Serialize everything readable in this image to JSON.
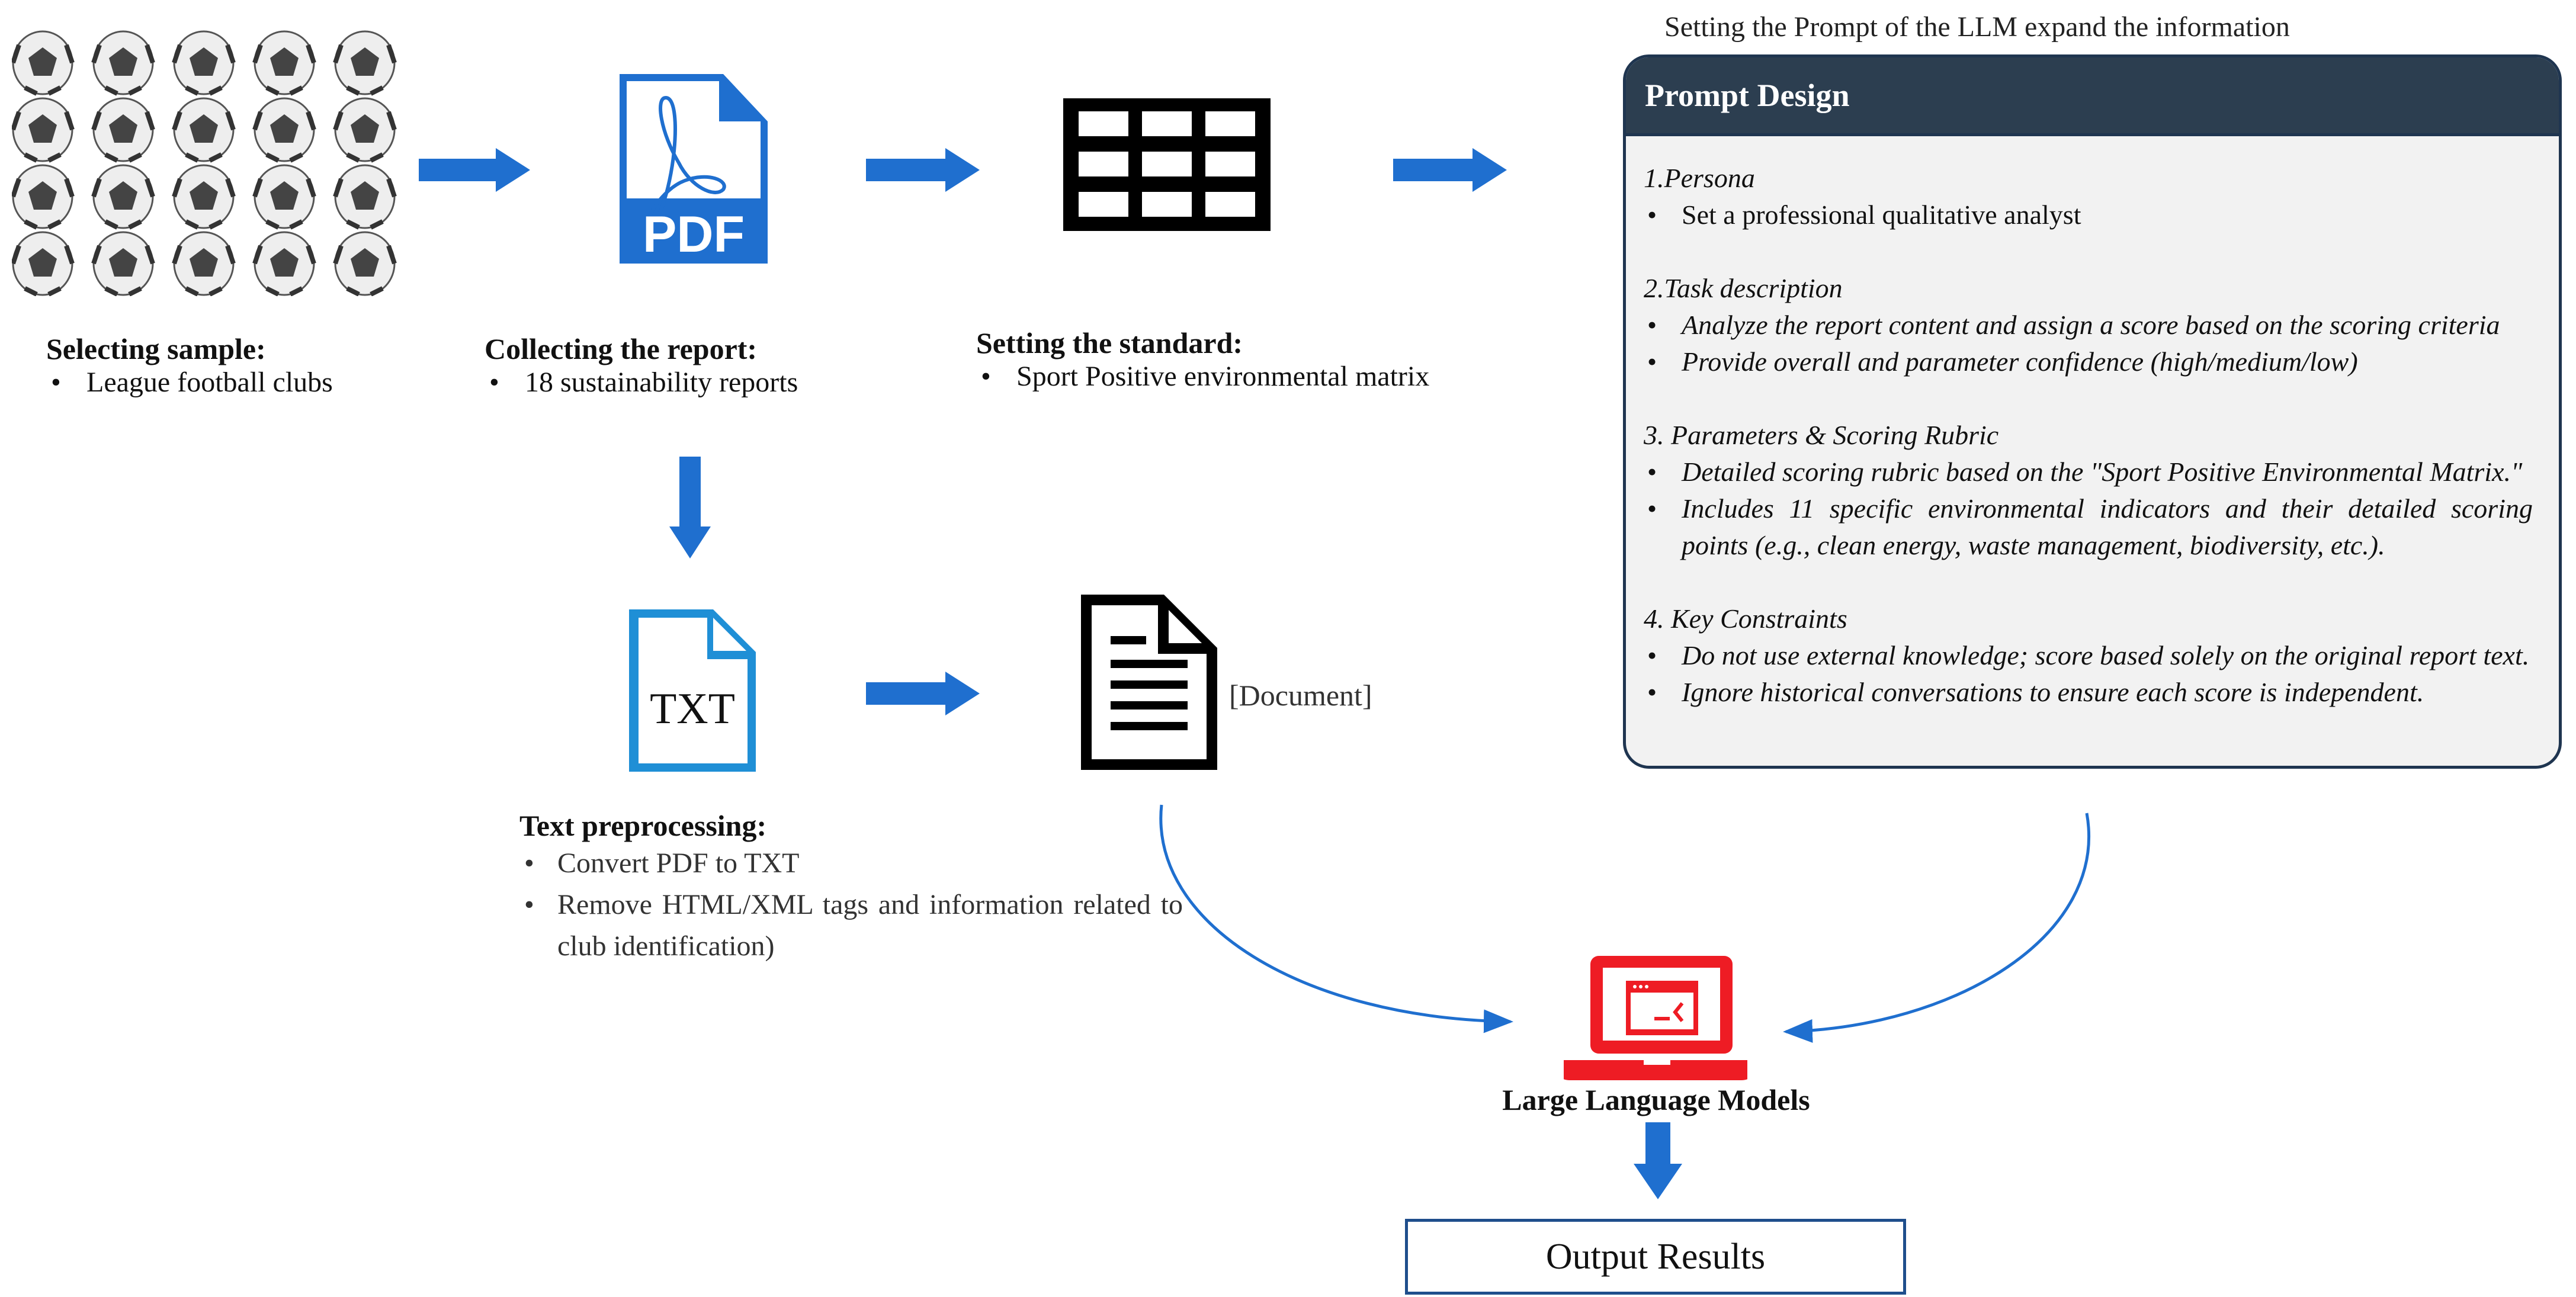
{
  "colors": {
    "arrow": "#1f6fcf",
    "pdf": "#1f6fcf",
    "txt": "#1f8fd6",
    "laptop": "#ee1c24",
    "prompt_header": "#2c3e50",
    "prompt_body": "#f2f2f2"
  },
  "icons": {
    "balls": "soccer-ball-icon",
    "pdf": "pdf-file-icon",
    "table": "table-grid-icon",
    "txt": "txt-file-icon",
    "document": "document-icon",
    "llm": "laptop-terminal-icon"
  },
  "steps": {
    "select": {
      "title": "Selecting sample:",
      "bullet": "League football clubs"
    },
    "collect": {
      "title": "Collecting the report:",
      "bullet": "18 sustainability reports"
    },
    "standard": {
      "title": "Setting the standard:",
      "bullet": "Sport Positive environmental matrix"
    },
    "document_label": "[Document]",
    "preprocess": {
      "title": "Text preprocessing:",
      "bullets": [
        "Convert PDF to TXT",
        "Remove HTML/XML tags and information related to club identification)"
      ]
    },
    "txt_label": "TXT",
    "pdf_label": "PDF",
    "llm": "Large Language Models",
    "output": "Output Results"
  },
  "prompt": {
    "caption": "Setting the Prompt of the LLM expand the information",
    "title": "Prompt Design",
    "sections": [
      {
        "heading": "1.Persona",
        "bullets": [
          "Set a professional qualitative analyst"
        ]
      },
      {
        "heading": "2.Task description",
        "bullets": [
          "Analyze the report content and assign a score based on the scoring criteria",
          "Provide overall and parameter confidence (high/medium/low)"
        ]
      },
      {
        "heading": "3. Parameters & Scoring Rubric",
        "bullets": [
          "Detailed scoring rubric based on the \"Sport Positive Environmental Matrix.\"",
          "Includes 11 specific environmental indicators and their detailed scoring points (e.g., clean energy, waste management, biodiversity, etc.)."
        ]
      },
      {
        "heading": "4. Key Constraints",
        "bullets": [
          "Do not use external knowledge; score based solely on the original report text.",
          "Ignore historical conversations to ensure each score is independent."
        ]
      }
    ]
  }
}
